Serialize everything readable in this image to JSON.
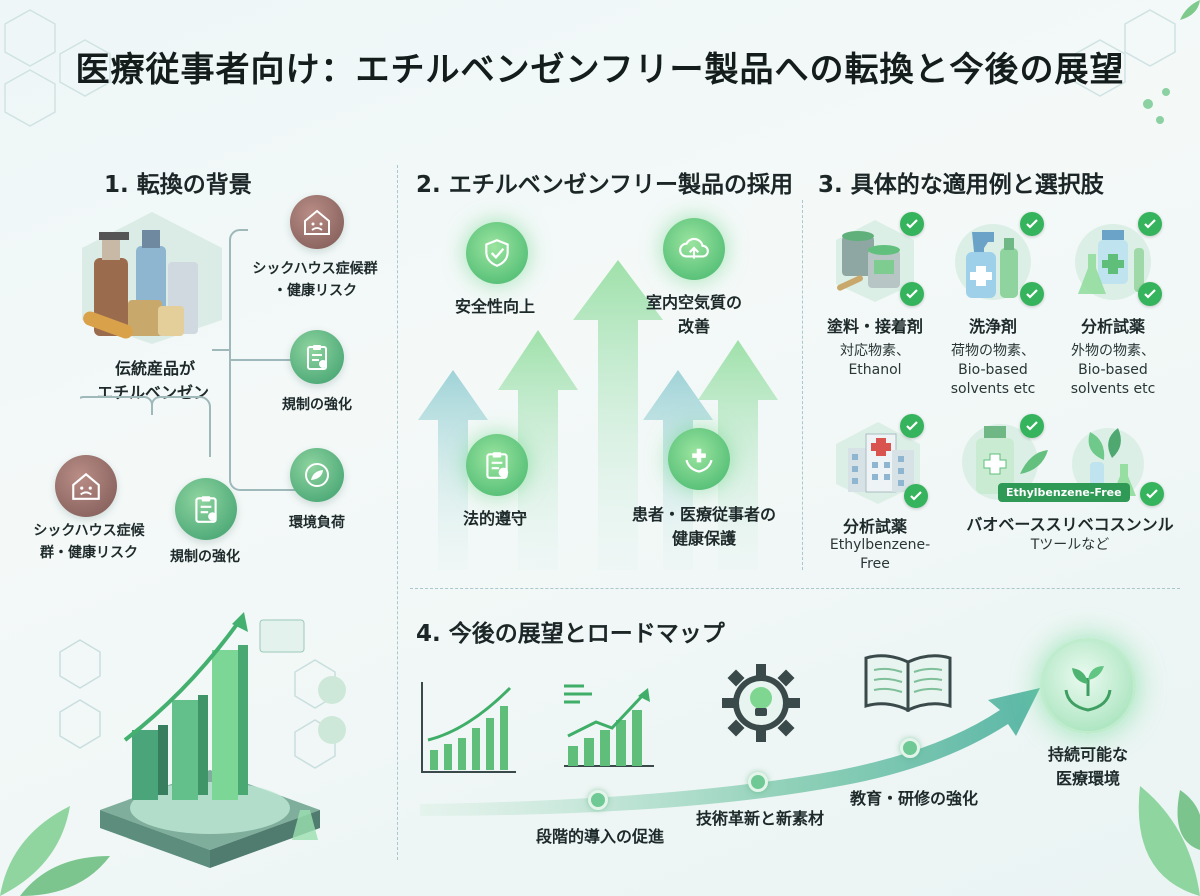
{
  "title": "医療従事者向け：エチルベンゼンフリー製品への転換と今後の展望",
  "section1": {
    "heading": "1. 転換の背景",
    "center_label_line1": "伝統産品が",
    "center_label_line2": "エチルベンゼン",
    "right_items": [
      {
        "icon": "sick-house-icon",
        "line1": "シックハウス症候群",
        "line2": "・健康リスク"
      },
      {
        "icon": "clipboard-icon",
        "line1": "規制の強化",
        "line2": ""
      },
      {
        "icon": "earth-leaf-icon",
        "line1": "環境負荷",
        "line2": ""
      }
    ],
    "bottom_items": [
      {
        "icon": "sick-house-icon",
        "line1": "シックハウス症候",
        "line2": "群・健康リスク"
      },
      {
        "icon": "clipboard-icon",
        "line1": "規制の強化",
        "line2": ""
      }
    ]
  },
  "section2": {
    "heading": "2. エチルベンゼンフリー製品の採用",
    "items": [
      {
        "icon": "shield-check-icon",
        "line1": "安全性向上",
        "line2": ""
      },
      {
        "icon": "cloud-upload-icon",
        "line1": "室内空気質の",
        "line2": "改善"
      },
      {
        "icon": "clipboard-check-icon",
        "line1": "法的遵守",
        "line2": ""
      },
      {
        "icon": "hands-cross-icon",
        "line1": "患者・医療従事者の",
        "line2": "健康保護"
      }
    ]
  },
  "section3": {
    "heading": "3. 具体的な適用例と選択肢",
    "items": [
      {
        "icon": "paint-cans-icon",
        "title": "塗料・接着剤",
        "desc1": "対応物素、",
        "desc2": "Ethanol",
        "desc3": ""
      },
      {
        "icon": "spray-bottle-icon",
        "title": "洗浄剤",
        "desc1": "荷物の物素、",
        "desc2": "Bio-based",
        "desc3": "solvents etc"
      },
      {
        "icon": "lab-flask-icon",
        "title": "分析試薬",
        "desc1": "外物の物素、",
        "desc2": "Bio-based",
        "desc3": "solvents etc"
      },
      {
        "icon": "hospital-icon",
        "title": "分析試薬",
        "desc1": "Ethylbenzene-",
        "desc2": "Free",
        "desc3": ""
      },
      {
        "icon": "bio-bottle-icon",
        "title": "バオベーススリベコスンンル",
        "desc1": "Tツールなど",
        "desc2": "",
        "desc3": ""
      }
    ],
    "badge": "Ethylbenzene-Free"
  },
  "section4": {
    "heading": "4. 今後の展望とロードマップ",
    "milestones": [
      "段階的導入の促進",
      "技術革新と新素材",
      "教育・研修の強化"
    ],
    "goal_line1": "持続可能な",
    "goal_line2": "医療環境"
  },
  "colors": {
    "accent_green": "#3fae68",
    "soft_teal": "#8fc9c4",
    "warning_brown": "#8a625d"
  }
}
